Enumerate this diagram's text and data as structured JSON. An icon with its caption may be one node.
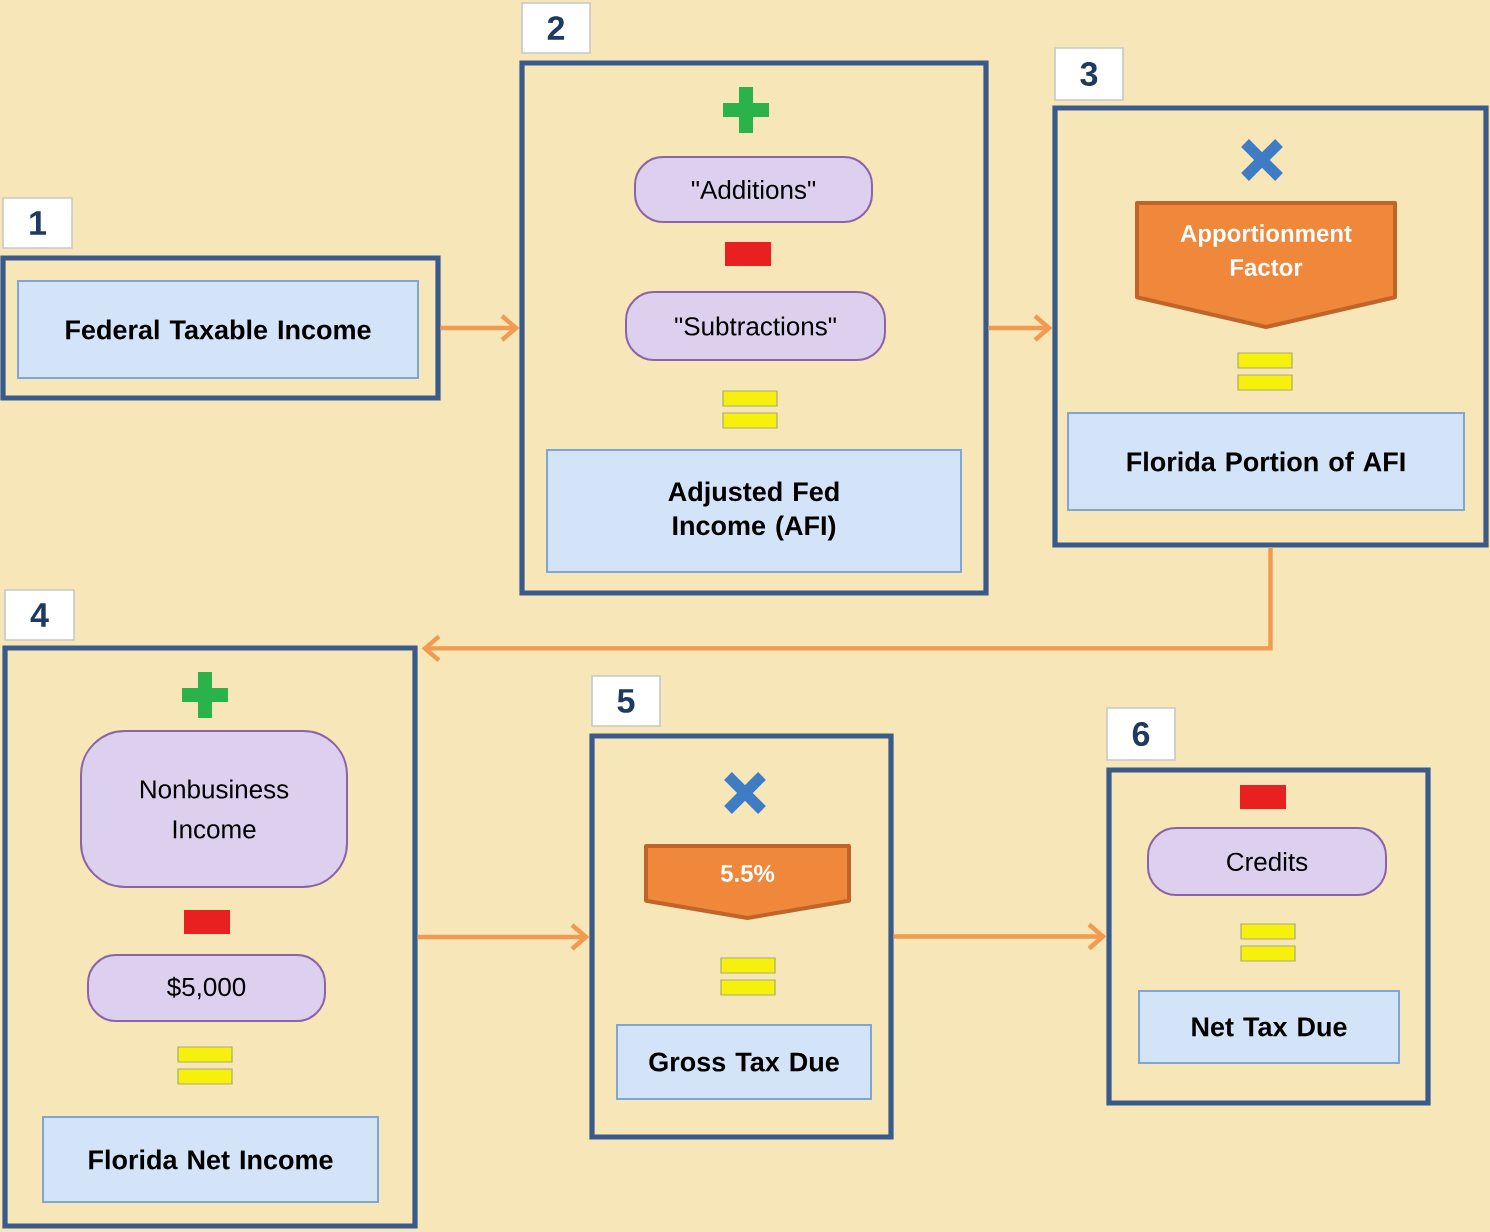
{
  "diagram": {
    "nodes": [
      {
        "text": [
          "1"
        ]
      },
      {
        "text": [
          "Federal Taxable Income"
        ],
        "in": 0
      },
      {
        "text": [
          "2"
        ]
      },
      {
        "text": [
          "\"Additions\""
        ],
        "in": 2
      },
      {
        "text": [
          "\"Subtractions\""
        ],
        "in": 2
      },
      {
        "text": [
          "Adjusted Fed Income (AFI)"
        ],
        "in": 2
      },
      {
        "text": [
          "3"
        ]
      },
      {
        "text": [
          "Apportionment Factor"
        ],
        "in": 6
      },
      {
        "text": [
          "Florida Portion of AFI"
        ],
        "in": 6
      },
      {
        "text": [
          "4"
        ]
      },
      {
        "text": [
          "Nonbusiness Income"
        ],
        "in": 9
      },
      {
        "text": [
          "$5,000"
        ],
        "in": 9
      },
      {
        "text": [
          "Florida Net Income"
        ],
        "in": 9
      },
      {
        "text": [
          "5"
        ]
      },
      {
        "text": [
          "5.5%"
        ],
        "in": 13
      },
      {
        "text": [
          "Gross Tax Due"
        ],
        "in": 13
      },
      {
        "text": [
          "6"
        ]
      },
      {
        "text": [
          "Credits"
        ],
        "in": 16
      },
      {
        "text": [
          "Net Tax Due"
        ],
        "in": 16
      }
    ],
    "edges": [
      {
        "from": 0,
        "to": 2,
        "arrow": "to"
      },
      {
        "from": 2,
        "to": 6,
        "arrow": "to"
      },
      {
        "from": 6,
        "to": 9,
        "arrow": "to"
      },
      {
        "from": 9,
        "to": 13,
        "arrow": "to"
      },
      {
        "from": 13,
        "to": 16,
        "arrow": "to"
      }
    ]
  }
}
